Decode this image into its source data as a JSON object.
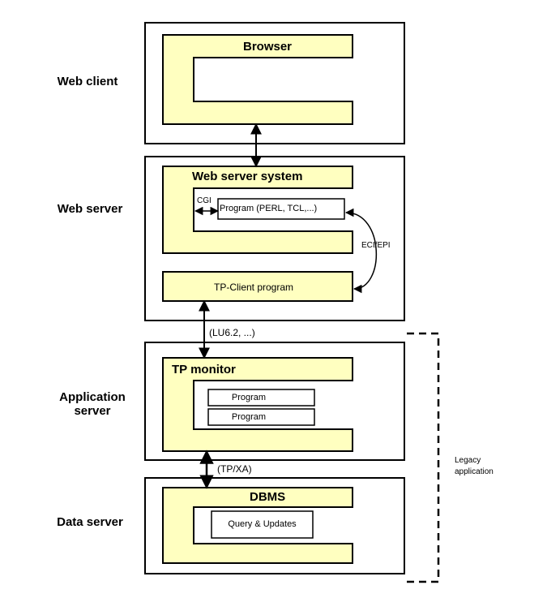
{
  "tiers": {
    "web_client": "Web client",
    "web_server": "Web server",
    "application_server": "Application\nserver",
    "data_server": "Data server"
  },
  "systems": {
    "browser": "Browser",
    "web_server_system": "Web server system",
    "tp_monitor": "TP monitor",
    "dbms": "DBMS"
  },
  "components": {
    "program_perl_tcl": "Program (PERL, TCL,...)",
    "tp_client_program": "TP-Client program",
    "program_1": "Program",
    "program_2": "Program",
    "query_updates": "Query & Updates"
  },
  "connectors": {
    "cgi": "CGI",
    "eci_epi": "ECI/EPI",
    "lu62": "(LU6.2, ...)",
    "tp_xa": "(TP/XA)"
  },
  "legacy": {
    "label": "Legacy\napplication"
  },
  "colors": {
    "system_fill": "#ffffc0",
    "stroke": "#000000"
  }
}
